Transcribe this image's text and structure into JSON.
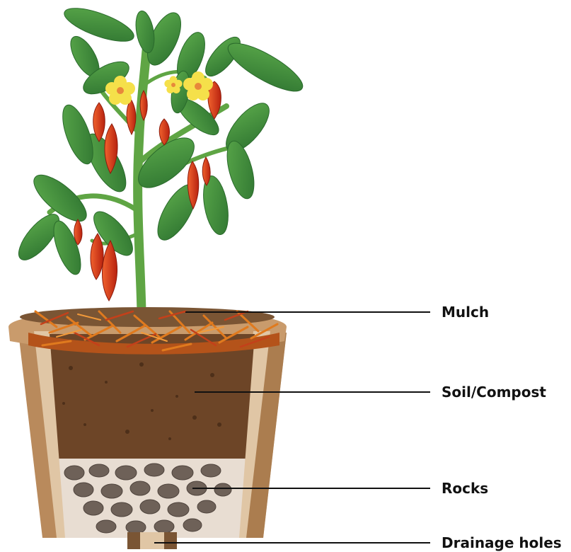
{
  "labels": {
    "mulch": "Mulch",
    "soil": "Soil/Compost",
    "rocks": "Rocks",
    "drainage": "Drainage holes"
  },
  "colors": {
    "pot_outer": "#b98a5c",
    "pot_rim": "#c99b6c",
    "pot_inner_wall": "#e0c6a5",
    "soil": "#6d4527",
    "mulch": "#e07a1e",
    "rock": "#6e6158",
    "stem": "#5fa544",
    "leaf": "#3f8f3a",
    "pepper": "#e2391f",
    "flower": "#f5e04a",
    "leader_line": "#111111"
  }
}
